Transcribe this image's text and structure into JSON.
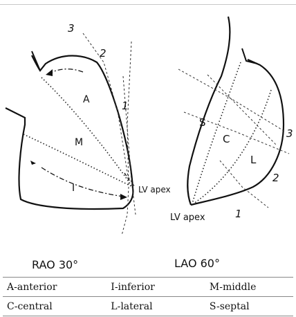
{
  "rao": {
    "caption": "RAO 30°",
    "segment_numbers": [
      "1",
      "2",
      "3"
    ],
    "region_letters": [
      "A",
      "M",
      "I"
    ],
    "apex_label": "LV apex"
  },
  "lao": {
    "caption": "LAO 60°",
    "segment_numbers": [
      "1",
      "2",
      "3"
    ],
    "region_letters": [
      "S",
      "C",
      "L"
    ],
    "apex_label": "LV apex"
  },
  "legend": {
    "rows": [
      [
        "A-anterior",
        "I-inferior",
        "M-middle"
      ],
      [
        "C-central",
        "L-lateral",
        "S-septal"
      ]
    ]
  }
}
